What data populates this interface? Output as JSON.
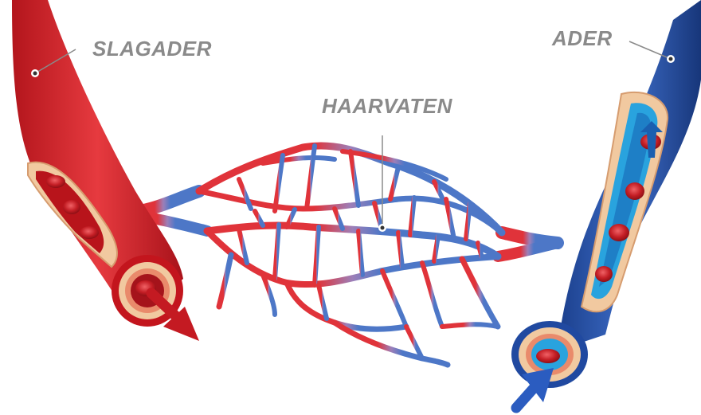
{
  "labels": {
    "artery": "SLAGADER",
    "capillaries": "HAARVATEN",
    "vein": "ADER"
  },
  "colors": {
    "artery": "#d8232a",
    "artery_dark": "#a5131b",
    "vein": "#2f5db4",
    "vein_dark": "#1d3f8a",
    "capillary_red": "#e0333a",
    "capillary_blue": "#4d77c7",
    "wall": "#f1c9a0",
    "label_text": "#8a8a8a"
  },
  "icons": [
    "flow-arrow-icon",
    "red-blood-cell-icon",
    "pointer-dot-icon"
  ]
}
